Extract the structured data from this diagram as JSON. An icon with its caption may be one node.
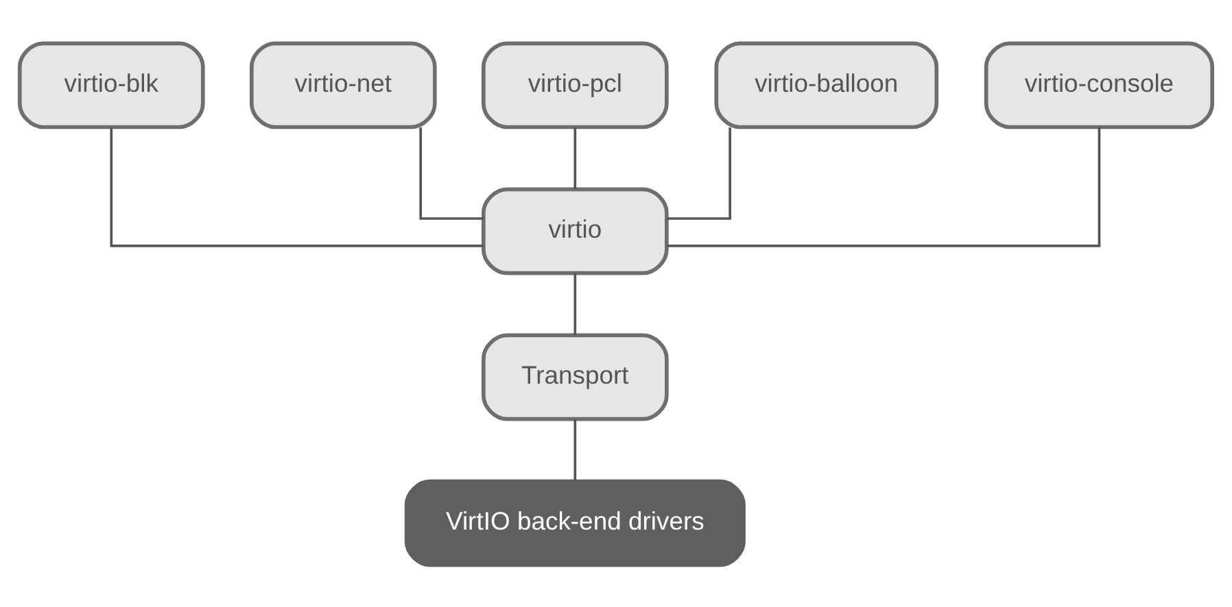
{
  "diagram": {
    "nodes": [
      {
        "text": [
          "virtio-blk"
        ]
      },
      {
        "text": [
          "virtio-net"
        ]
      },
      {
        "text": [
          "virtio-pcl"
        ]
      },
      {
        "text": [
          "virtio-balloon"
        ]
      },
      {
        "text": [
          "virtio-console"
        ]
      },
      {
        "text": [
          "virtio"
        ]
      },
      {
        "text": [
          "Transport"
        ]
      },
      {
        "text": [
          "VirtIO back-end drivers"
        ]
      }
    ],
    "edges": [
      {
        "from": 0,
        "to": 5,
        "arrow": "none"
      },
      {
        "from": 1,
        "to": 5,
        "arrow": "none"
      },
      {
        "from": 2,
        "to": 5,
        "arrow": "none"
      },
      {
        "from": 3,
        "to": 5,
        "arrow": "none"
      },
      {
        "from": 4,
        "to": 5,
        "arrow": "none"
      },
      {
        "from": 5,
        "to": 6,
        "arrow": "none"
      },
      {
        "from": 6,
        "to": 7,
        "arrow": "none"
      }
    ]
  }
}
